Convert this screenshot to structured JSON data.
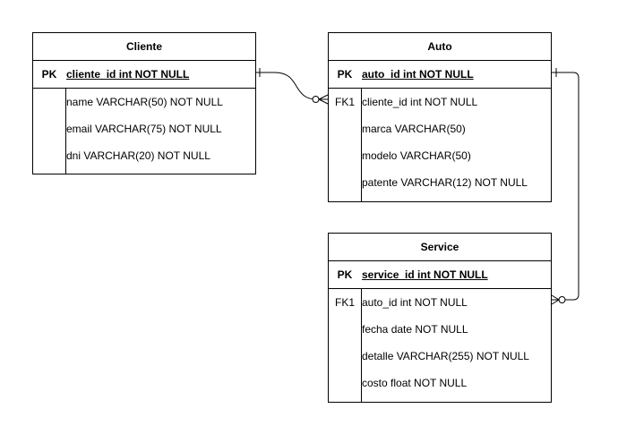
{
  "entities": {
    "cliente": {
      "title": "Cliente",
      "pk": {
        "key": "PK",
        "field": "cliente_id int NOT NULL"
      },
      "fields": [
        {
          "key": "",
          "field": "name VARCHAR(50) NOT NULL"
        },
        {
          "key": "",
          "field": "email VARCHAR(75) NOT NULL"
        },
        {
          "key": "",
          "field": "dni VARCHAR(20) NOT NULL"
        }
      ]
    },
    "auto": {
      "title": "Auto",
      "pk": {
        "key": "PK",
        "field": "auto_id int NOT NULL"
      },
      "fields": [
        {
          "key": "FK1",
          "field": "cliente_id int NOT NULL"
        },
        {
          "key": "",
          "field": "marca VARCHAR(50)"
        },
        {
          "key": "",
          "field": "modelo VARCHAR(50)"
        },
        {
          "key": "",
          "field": "patente VARCHAR(12) NOT NULL"
        }
      ]
    },
    "service": {
      "title": "Service",
      "pk": {
        "key": "PK",
        "field": "service_id int NOT NULL"
      },
      "fields": [
        {
          "key": "FK1",
          "field": "auto_id int NOT NULL"
        },
        {
          "key": "",
          "field": "fecha date NOT NULL"
        },
        {
          "key": "",
          "field": "detalle VARCHAR(255) NOT NULL"
        },
        {
          "key": "",
          "field": "costo float NOT NULL"
        }
      ]
    }
  },
  "relationships": [
    {
      "from": "cliente",
      "to": "auto",
      "from_cardinality": "one",
      "to_cardinality": "zero-or-many"
    },
    {
      "from": "auto",
      "to": "service",
      "from_cardinality": "one",
      "to_cardinality": "zero-or-many"
    }
  ]
}
